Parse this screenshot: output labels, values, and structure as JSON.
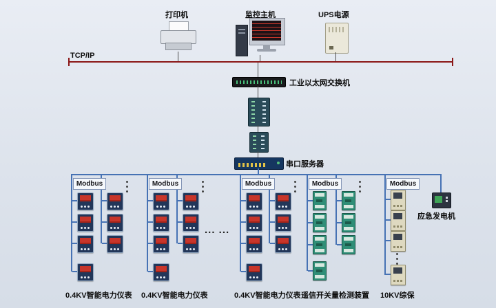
{
  "top_devices": [
    {
      "label": "打印机"
    },
    {
      "label": "监控主机"
    },
    {
      "label": "UPS电源"
    }
  ],
  "network": {
    "tcp_label": "TCP/IP",
    "switch_label": "工业以太网交换机",
    "serial_server_label": "串口服务器"
  },
  "columns": [
    {
      "protocol": "Modbus",
      "label": "0.4KV智能电力仪表",
      "device": "power-meter"
    },
    {
      "protocol": "Modbus",
      "label": "0.4KV智能电力仪表",
      "device": "power-meter"
    },
    {
      "protocol": "Modbus",
      "label": "0.4KV智能电力仪表",
      "device": "power-meter"
    },
    {
      "protocol": "Modbus",
      "label": "遥信开关量检测装置",
      "device": "io-module"
    },
    {
      "protocol": "Modbus",
      "label": "10KV综保",
      "device": "protection-relay"
    }
  ],
  "generator": {
    "label": "应急发电机"
  },
  "ellipsis_mid": "...  ...",
  "colors": {
    "tcp_bus": "#8b1616",
    "modbus_bus": "#4672b4"
  }
}
